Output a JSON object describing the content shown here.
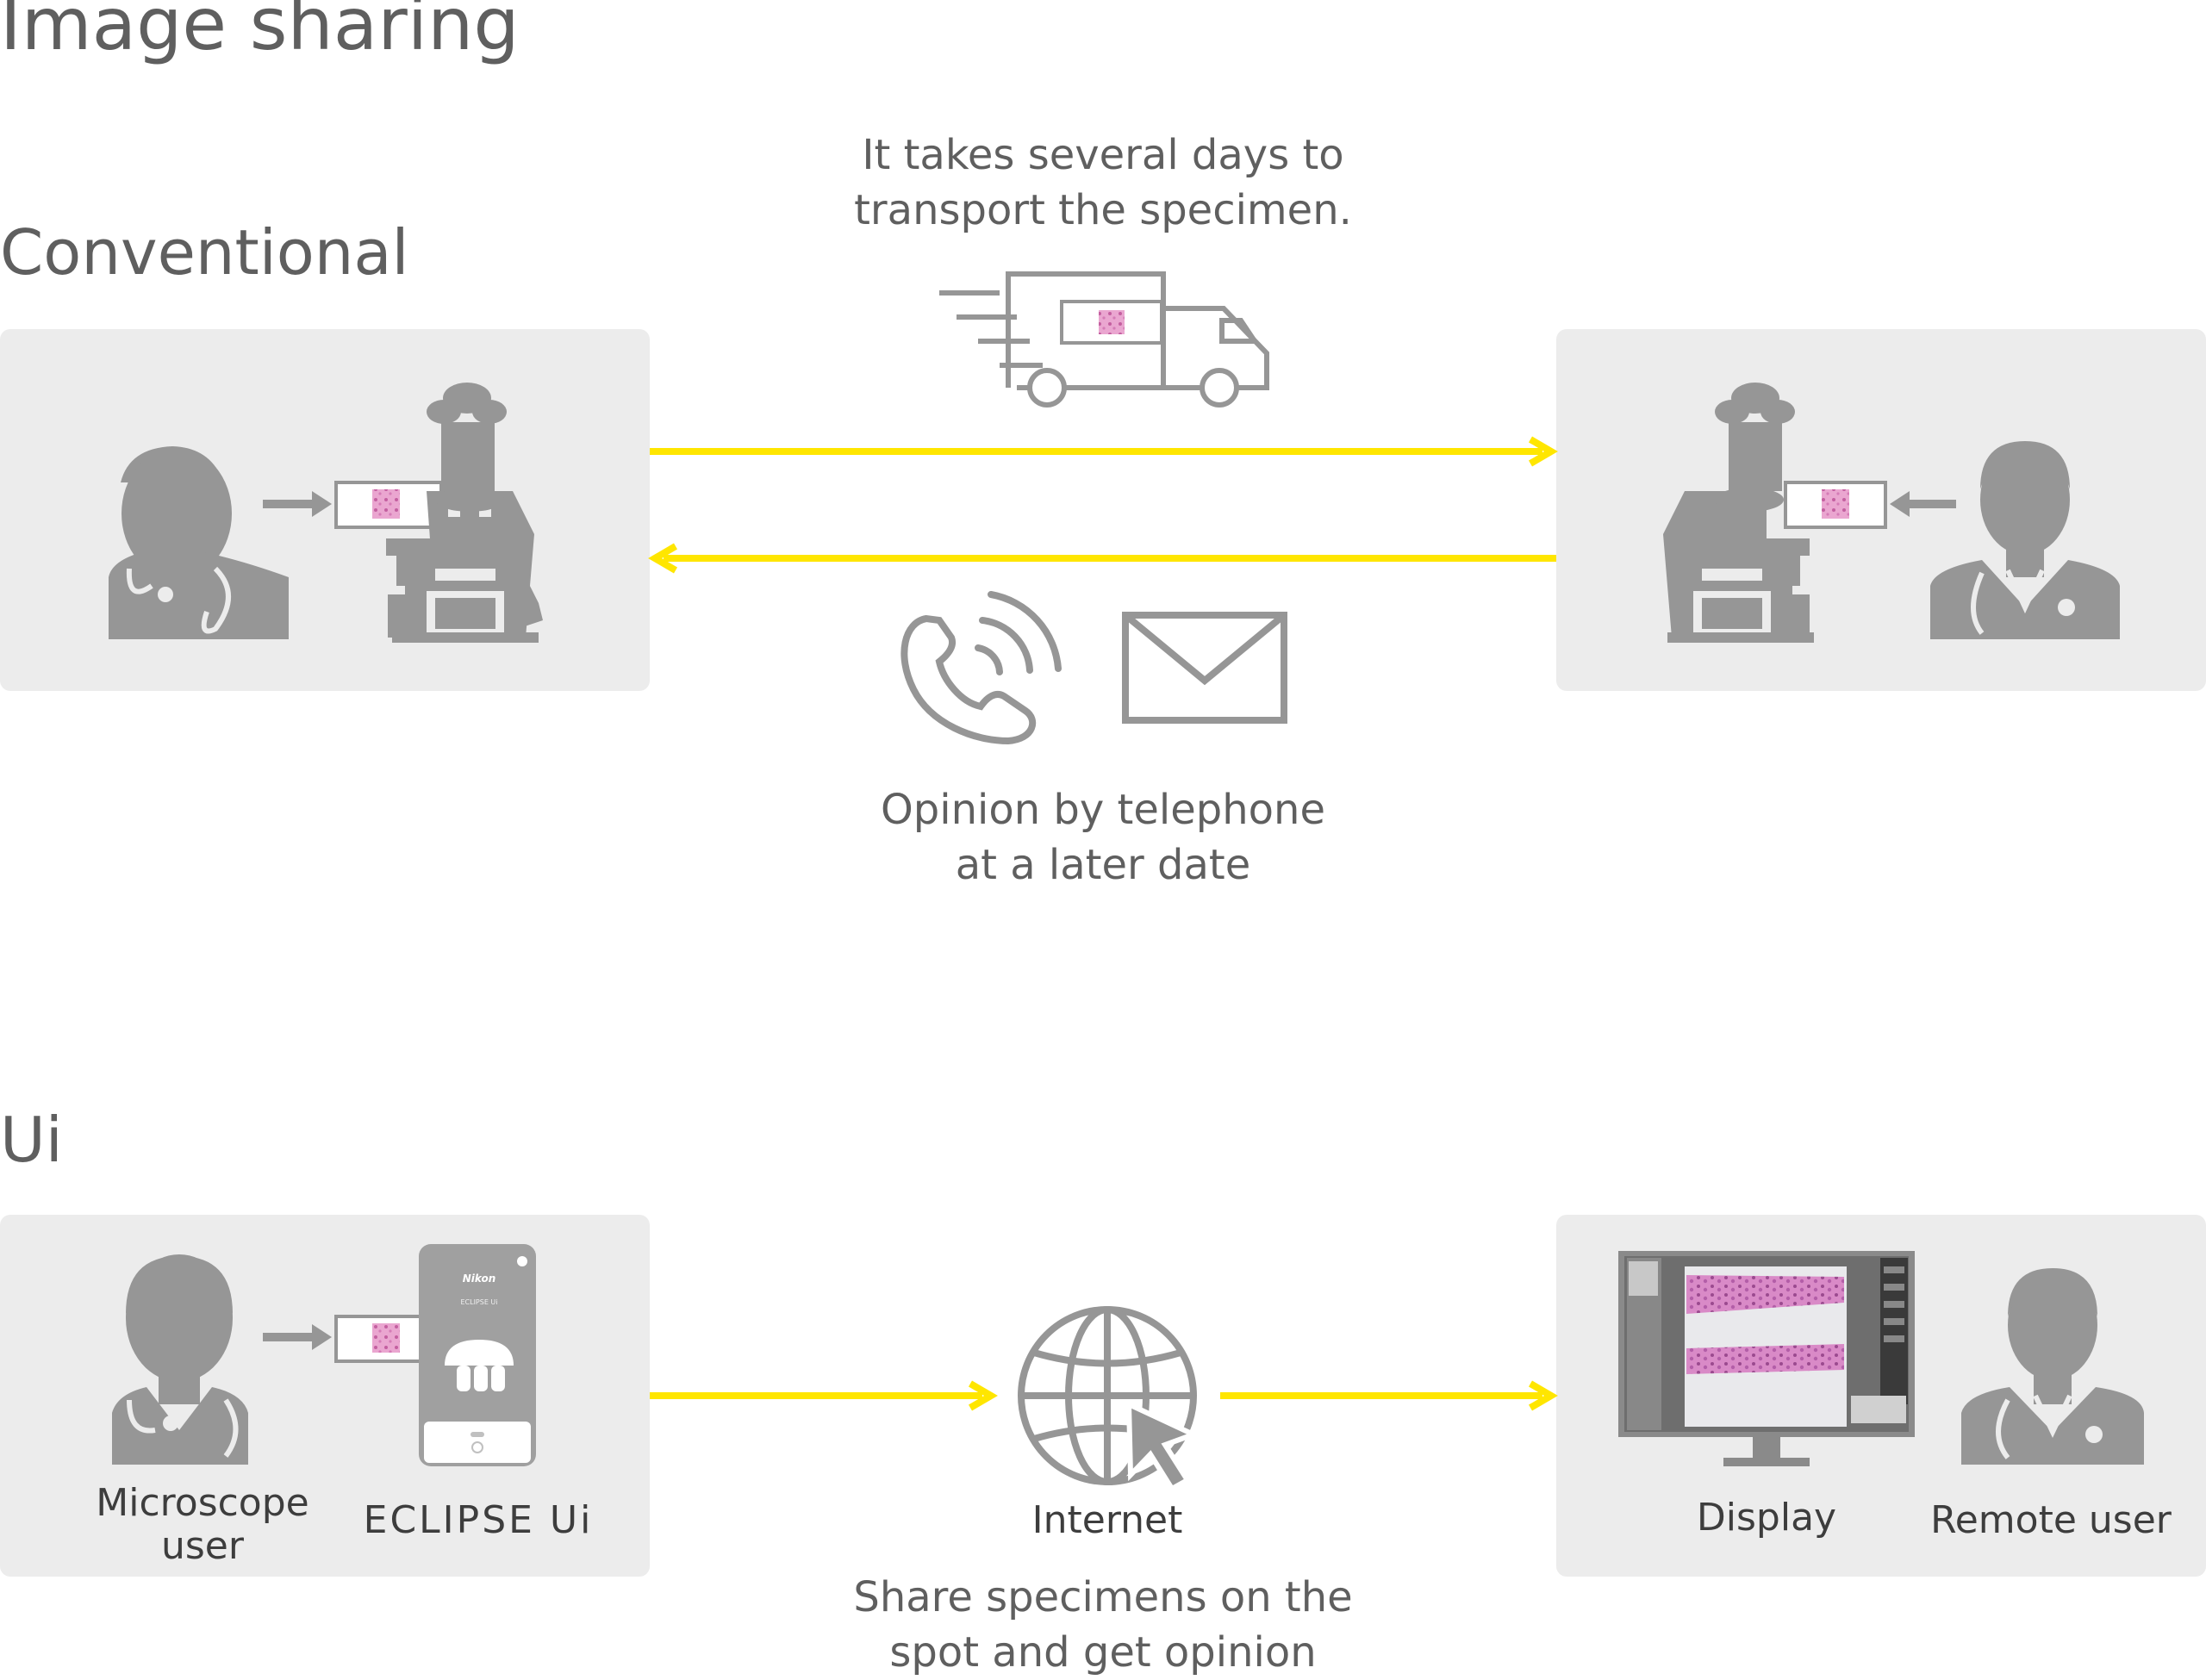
{
  "title": "Image sharing",
  "conventional": {
    "heading": "Conventional",
    "transport_caption": [
      "It takes several days to",
      "transport the specimen."
    ],
    "opinion_caption": [
      "Opinion by telephone",
      "at a later date"
    ],
    "icons": [
      "doctor-icon",
      "slide-icon",
      "microscope-icon",
      "truck-icon",
      "phone-icon",
      "envelope-icon"
    ]
  },
  "ui": {
    "heading": "Ui",
    "microscope_user_label": [
      "Microscope",
      "user"
    ],
    "eclipse_label": "ECLIPSE Ui",
    "internet_label": "Internet",
    "share_caption": [
      "Share specimens on the",
      "spot and get opinion"
    ],
    "display_label": "Display",
    "remote_user_label": "Remote user",
    "device_brand": "Nikon",
    "device_model": "ECLIPSE Ui"
  },
  "colors": {
    "arrow": "#ffe600",
    "icon": "#969696",
    "panel": "#ececec",
    "text": "#5f5f5f",
    "specimen": "#e58fc4"
  }
}
